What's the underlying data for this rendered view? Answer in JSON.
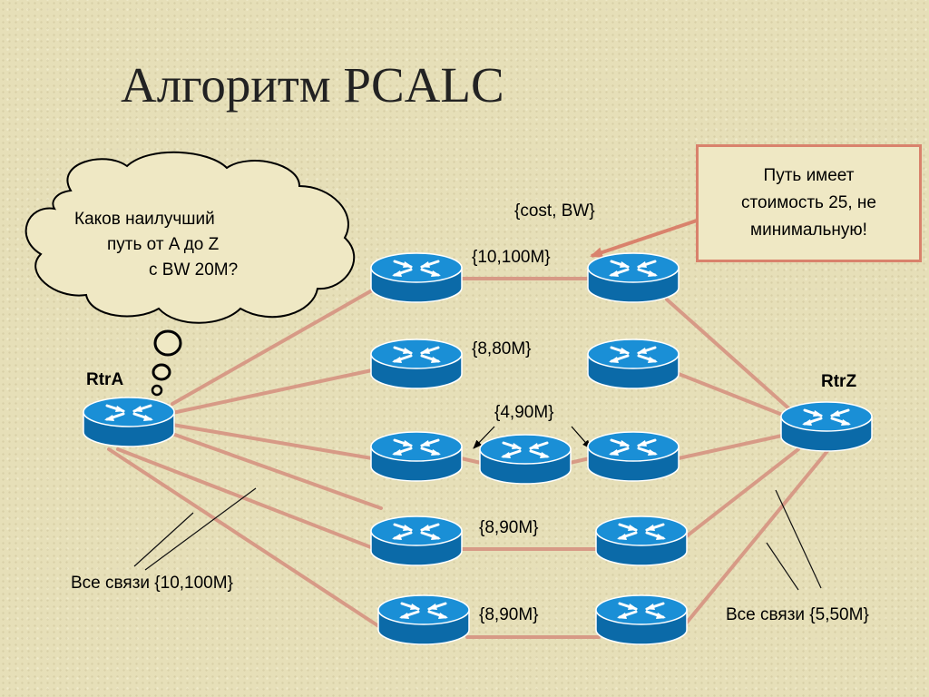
{
  "title": "Алгоритм PCALC",
  "legend_label": "{cost, BW}",
  "cloud": {
    "lines": [
      "Каков наилучший",
      "путь от A до Z",
      "с BW  20M?"
    ]
  },
  "callout": {
    "lines": [
      "Путь имеет",
      "стоимость 25, не",
      "минимальную!"
    ],
    "border_color": "#d9826c"
  },
  "nodes": {
    "rtra": "RtrA",
    "rtrz": "RtrZ"
  },
  "links": {
    "row1": "{10,100M}",
    "row2": "{8,80M}",
    "row3": "{4,90M}",
    "row4": "{8,90M}",
    "row5": "{8,90M}"
  },
  "notes": {
    "left": "Все связи {10,100M}",
    "right": "Все связи {5,50M}"
  },
  "colors": {
    "link": "#d79a86",
    "router_top": "#1a8fd6",
    "router_side": "#0b6aa8"
  }
}
